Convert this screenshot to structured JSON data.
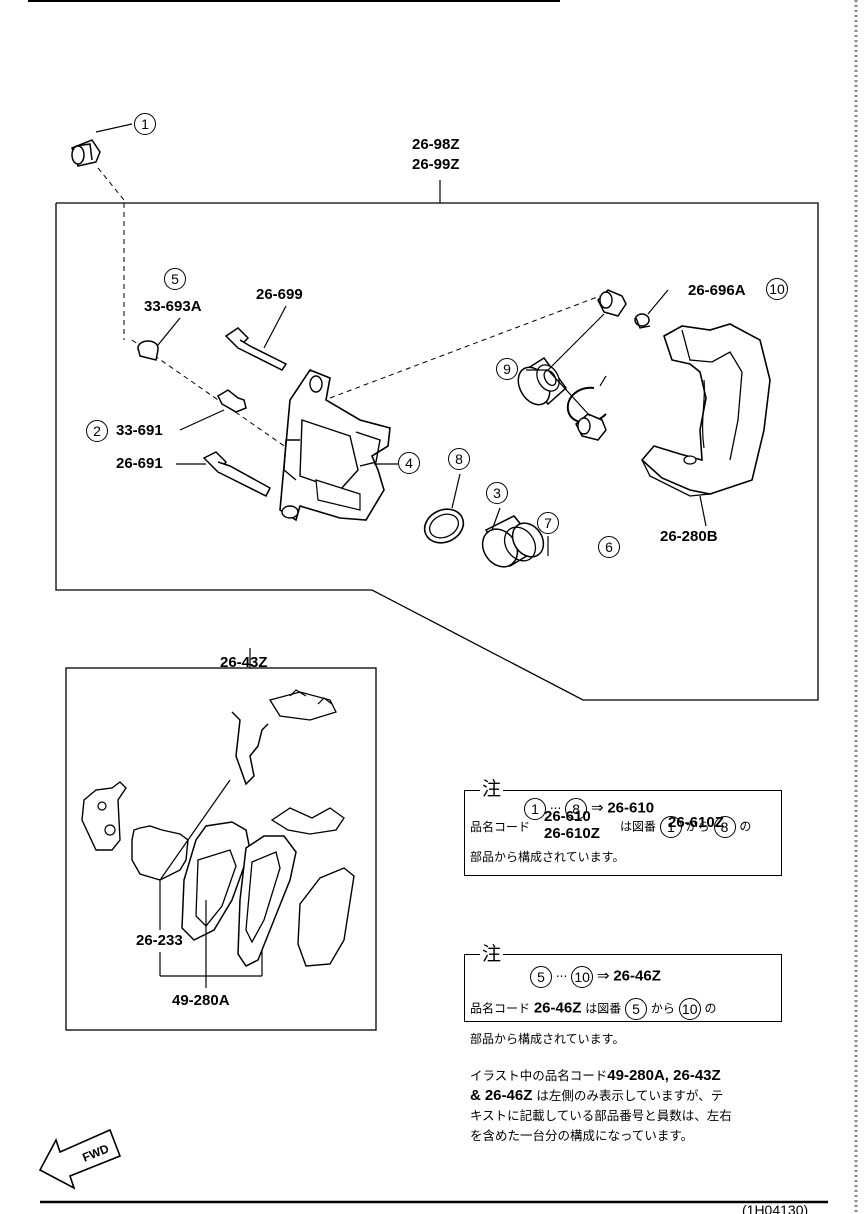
{
  "parts": {
    "p1": "1",
    "p2": "2",
    "p3": "3",
    "p4": "4",
    "p5": "5",
    "p6": "6",
    "p7": "7",
    "p8": "8",
    "p9": "9",
    "p10": "10"
  },
  "codes": {
    "assembly_a": "26-98Z",
    "assembly_b": "26-99Z",
    "c33693a": "33-693A",
    "c26699": "26-699",
    "c33691": "33-691",
    "c26691": "26-691",
    "c26696a": "26-696A",
    "c26280b": "26-280B",
    "c2643z": "26-43Z",
    "c26233": "26-233",
    "c49280a": "49-280A"
  },
  "note1": {
    "title": "注",
    "range_sep": "···",
    "arrow": "⇒",
    "code_a": "26-610",
    "code_b": "26-610Z",
    "prefix": "品名コード",
    "code_c": "26-610",
    "code_d": "26-610Z",
    "mid": "は図番",
    "from": "から",
    "of": "の",
    "tail": "部品から構成されています。",
    "start": "1",
    "end": "8"
  },
  "note2": {
    "title": "注",
    "range_sep": "···",
    "arrow": "⇒",
    "code_a": "26-46Z",
    "prefix": "品名コード",
    "code_c": "26-46Z",
    "mid": "は図番",
    "from": "から",
    "of": "の",
    "tail": "部品から構成されています。",
    "start": "5",
    "end": "10"
  },
  "bottom_note": {
    "line1_a": "イラスト中の品名コード",
    "line1_b": "49-280A, 26-43Z",
    "line2_a": "&",
    "line2_b": "26-46Z",
    "line2_c": "は左側のみ表示していますが、テ",
    "line3": "キストに記載している部品番号と員数は、左右",
    "line4": "を含めた一台分の構成になっています。"
  },
  "fwd": "FWD",
  "figure_code": "(1H04130)"
}
